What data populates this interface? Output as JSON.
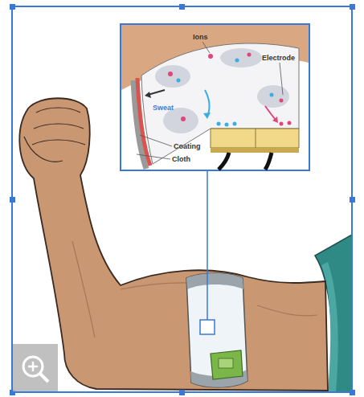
{
  "diagram": {
    "labels": [
      "Ions",
      "Electrode",
      "Sweat",
      "Coating",
      "Cloth"
    ]
  }
}
